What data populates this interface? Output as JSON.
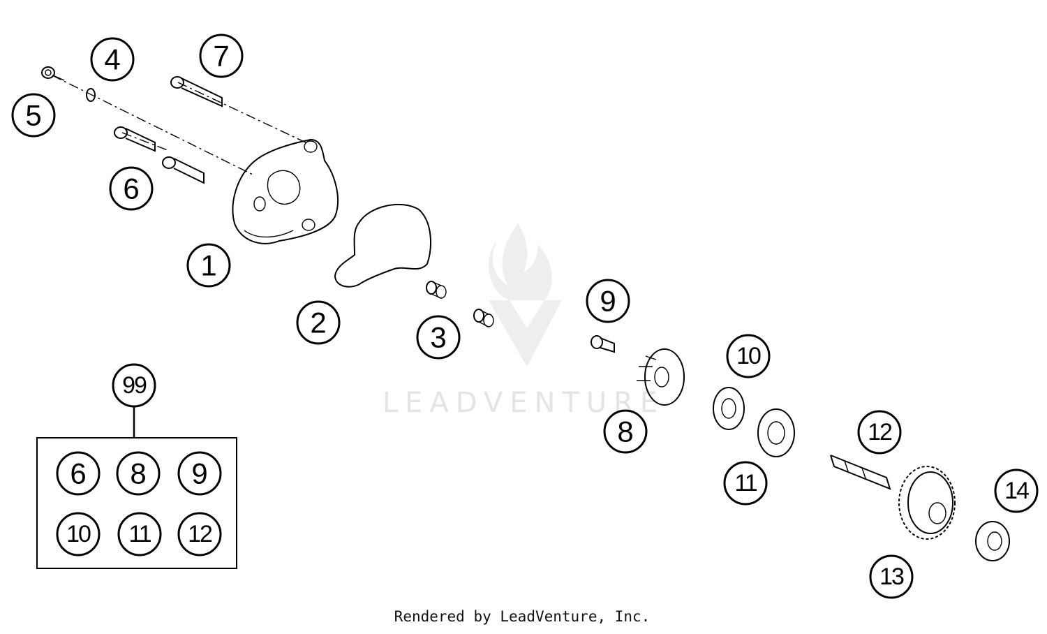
{
  "watermark": {
    "text": "LEADVENTURE"
  },
  "footer": {
    "text": "Rendered by LeadVenture, Inc."
  },
  "callouts": {
    "c1": "1",
    "c2": "2",
    "c3": "3",
    "c4": "4",
    "c5": "5",
    "c6": "6",
    "c7": "7",
    "c8": "8",
    "c9": "9",
    "c10": "10",
    "c11": "11",
    "c12": "12",
    "c13": "13",
    "c14": "14"
  },
  "kit": {
    "label": "99",
    "items": [
      "6",
      "8",
      "9",
      "10",
      "11",
      "12"
    ]
  }
}
